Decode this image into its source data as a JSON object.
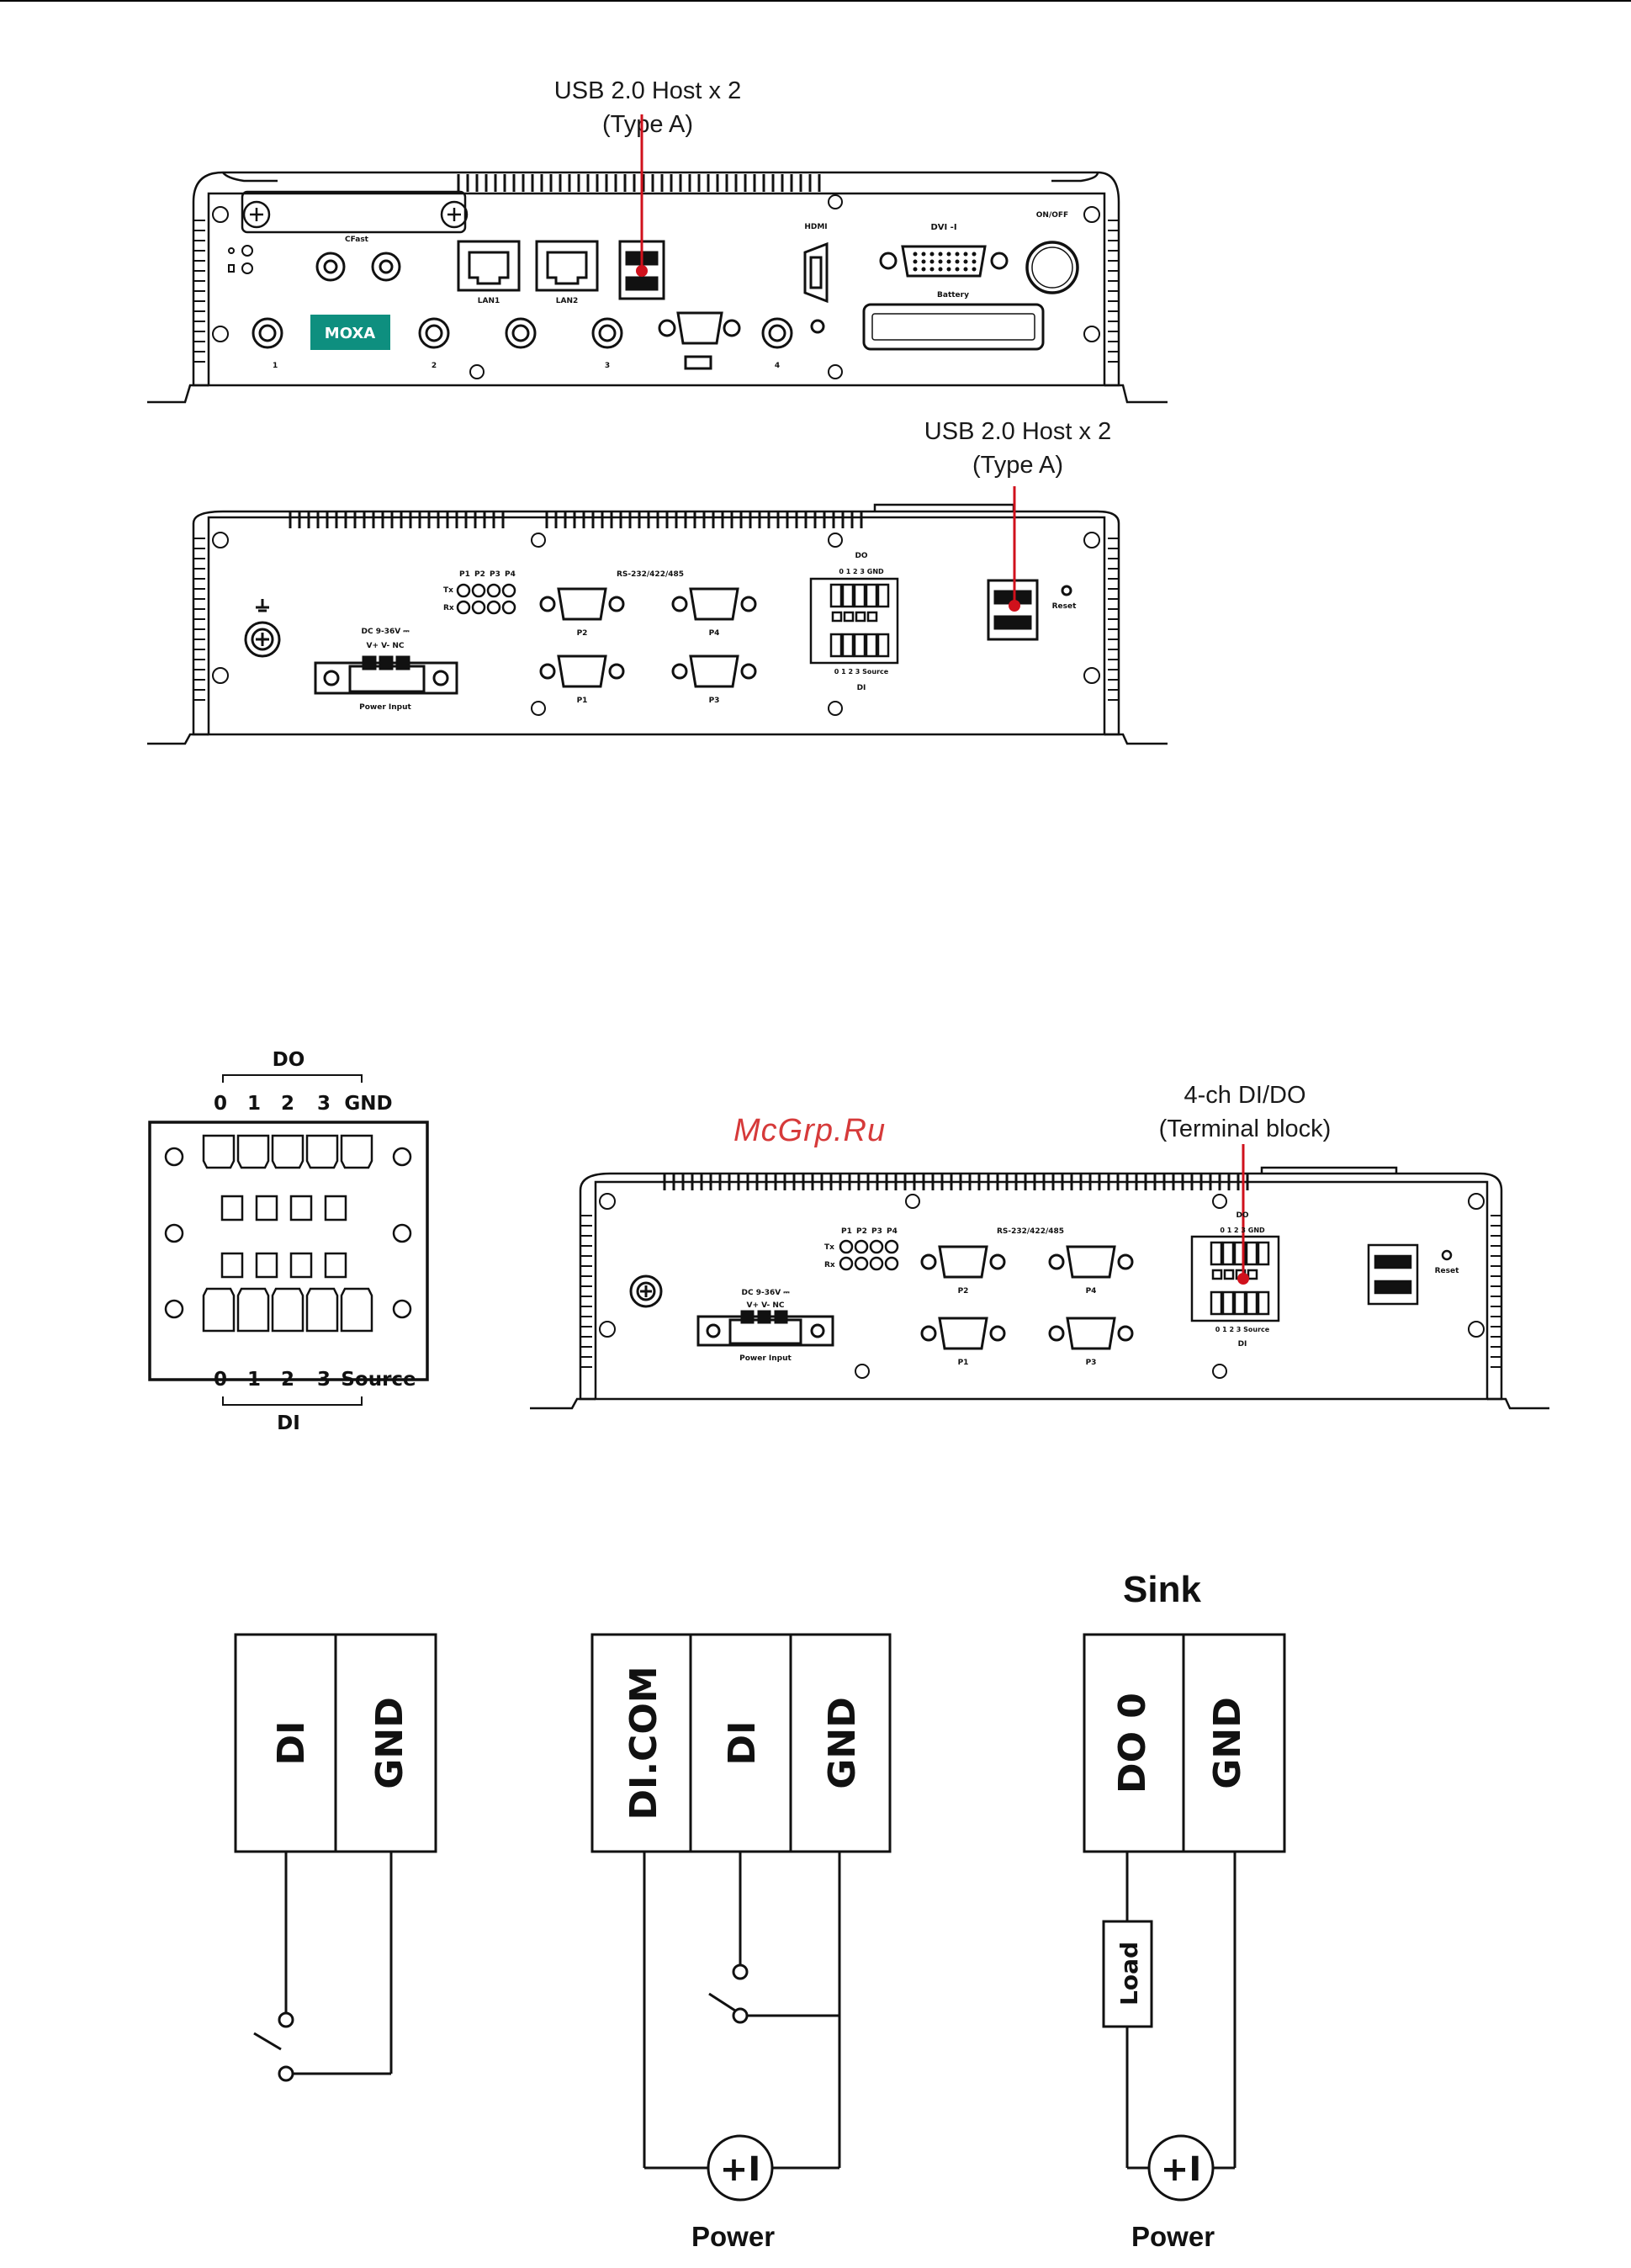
{
  "callouts": {
    "usb_front_line1": "USB 2.0 Host x 2",
    "usb_front_line2": "(Type A)",
    "usb_rear_line1": "USB 2.0 Host x 2",
    "usb_rear_line2": "(Type A)",
    "dio_line1": "4-ch DI/DO",
    "dio_line2": "(Terminal block)"
  },
  "watermark": "McGrp.Ru",
  "front_panel": {
    "cfast": "CFast",
    "lan1": "LAN1",
    "lan2": "LAN2",
    "hdmi": "HDMI",
    "dvi": "DVI -I",
    "battery": "Battery",
    "power_button": "ON/OFF",
    "brand": "MOXA",
    "antenna_1": "1",
    "antenna_2": "2",
    "antenna_3": "3",
    "antenna_4": "4"
  },
  "rear_panel": {
    "led_ports": [
      "P1",
      "P2",
      "P3",
      "P4"
    ],
    "led_tx": "Tx",
    "led_rx": "Rx",
    "serial_title": "RS-232/422/485",
    "serial_p1": "P1",
    "serial_p2": "P2",
    "serial_p3": "P3",
    "serial_p4": "P4",
    "dc_input": "DC 9-36V ⎓",
    "power_pins": "V+  V-  NC",
    "power_input": "Power Input",
    "do_label": "DO",
    "do_pins": "0  1  2  3  GND",
    "di_label": "DI",
    "di_pins": "0  1  2  3  Source",
    "reset": "Reset"
  },
  "terminal_block": {
    "do_title": "DO",
    "do_pins": [
      "0",
      "1",
      "2",
      "3",
      "GND"
    ],
    "di_pins": [
      "0",
      "1",
      "2",
      "3",
      "Source"
    ],
    "di_title": "DI"
  },
  "wiring": {
    "dry_contact": {
      "labels": [
        "DI",
        "GND"
      ]
    },
    "wet_contact": {
      "labels": [
        "DI.COM",
        "DI",
        "GND"
      ],
      "power": "Power",
      "power_symbol": "+I"
    },
    "sink": {
      "title": "Sink",
      "labels": [
        "DO 0",
        "GND"
      ],
      "load": "Load",
      "power": "Power",
      "power_symbol": "+I"
    }
  }
}
